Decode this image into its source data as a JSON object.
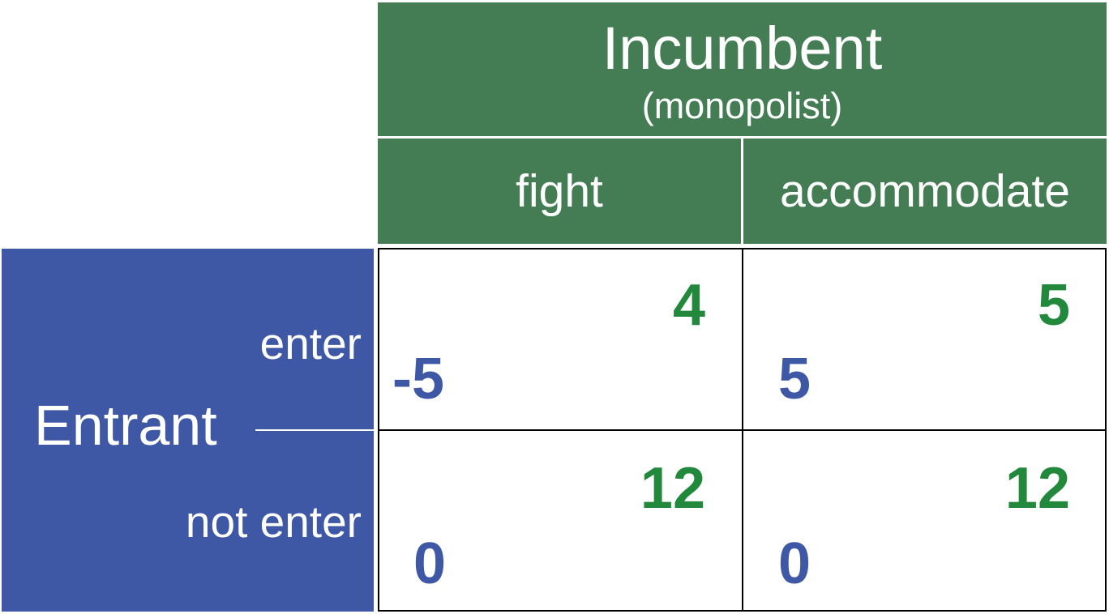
{
  "incumbent": {
    "title": "Incumbent",
    "subtitle": "(monopolist)",
    "strategies": [
      "fight",
      "accommodate"
    ]
  },
  "entrant": {
    "title": "Entrant",
    "strategies": [
      "enter",
      "not enter"
    ]
  },
  "payoffs": [
    [
      {
        "incumbent": "4",
        "entrant": "-5"
      },
      {
        "incumbent": "5",
        "entrant": "5"
      }
    ],
    [
      {
        "incumbent": "12",
        "entrant": "0"
      },
      {
        "incumbent": "12",
        "entrant": "0"
      }
    ]
  ],
  "colors": {
    "incumbent_header": "#447d54",
    "incumbent_payoff": "#22893c",
    "entrant_block": "#3f58a5",
    "entrant_payoff": "#3f58a5"
  }
}
